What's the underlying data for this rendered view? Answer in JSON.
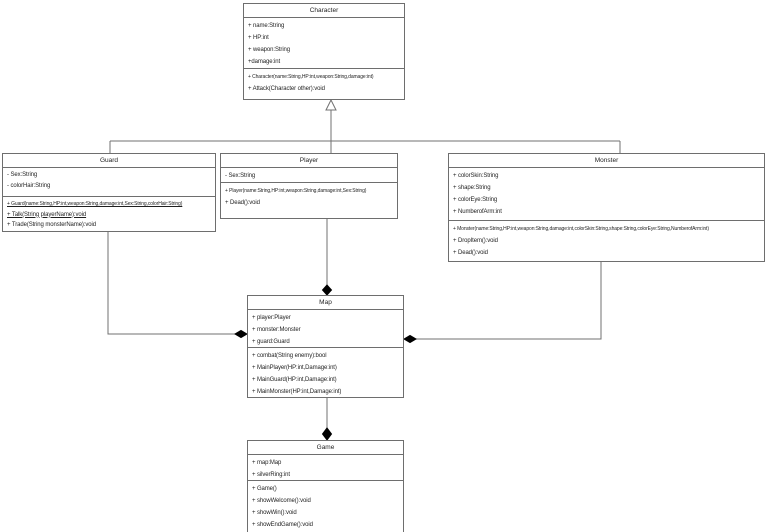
{
  "diagram": {
    "type": "uml-class-diagram",
    "background_color": "#ffffff",
    "box_border_color": "#6e6e6e",
    "connector_color": "#707070",
    "composition_diamond_color": "#000000",
    "classes": [
      {
        "id": "character",
        "title": "Character",
        "attributes": [
          "+ name:String",
          "+ HP:int",
          "+ weapon:String",
          "+damage:int"
        ],
        "methods": [
          "+ Character(name:String,HP:int,weapon:String,damage:int)",
          "+ Attack(Character other):void"
        ]
      },
      {
        "id": "guard",
        "title": "Guard",
        "attributes": [
          "- Sex:String",
          "- colorHair:String"
        ],
        "methods": [
          "+ Guard(name:String,HP:int,weapon:String,damage:int,Sex:String,colorHair:String)",
          "+ Talk(String playerName):void",
          "+ Trade(String monsterName):void"
        ],
        "underlined_methods": [
          "+ Guard(name:String,HP:int,weapon:String,damage:int,Sex:String,colorHair:String)",
          "+ Talk(String playerName):void"
        ]
      },
      {
        "id": "player",
        "title": "Player",
        "attributes": [
          "- Sex:String"
        ],
        "methods": [
          "+ Player(name:String,HP:int,weapon:String,damage:int,Sex:String)",
          "+ Dead():void"
        ]
      },
      {
        "id": "monster",
        "title": "Monster",
        "attributes": [
          "+ colorSkin:String",
          "+ shape:String",
          "+ colorEye:String",
          "+ NumberofArm:int"
        ],
        "methods": [
          "+ Monster(name:String,HP:int,weapon:String,damage:int,colorSkin:String,shape:String,colorEye:String,NumberofArm:int)",
          "+ DropItem():void",
          "+ Dead():void"
        ]
      },
      {
        "id": "map",
        "title": "Map",
        "attributes": [
          "+ player:Player",
          "+ monster:Monster",
          "+ guard:Guard"
        ],
        "methods": [
          "+ combat(String enemy):bool",
          "+ MainPlayer(HP:int,Damage:int)",
          "+ MainGuard(HP:int,Damage:int)",
          "+ MainMonster(HP:int,Damage:int)"
        ]
      },
      {
        "id": "game",
        "title": "Game",
        "attributes": [
          "+ map:Map",
          "+ silverRing:int"
        ],
        "methods": [
          "+ Game()",
          "+ showWelcome():void",
          "+ showWin():void",
          "+ showEndGame():void"
        ]
      }
    ],
    "relationships": [
      {
        "from": "Guard",
        "to": "Character",
        "type": "generalization"
      },
      {
        "from": "Player",
        "to": "Character",
        "type": "generalization"
      },
      {
        "from": "Monster",
        "to": "Character",
        "type": "generalization"
      },
      {
        "from": "Map",
        "to": "Player",
        "type": "composition"
      },
      {
        "from": "Map",
        "to": "Guard",
        "type": "composition"
      },
      {
        "from": "Map",
        "to": "Monster",
        "type": "composition"
      },
      {
        "from": "Game",
        "to": "Map",
        "type": "composition"
      }
    ]
  }
}
